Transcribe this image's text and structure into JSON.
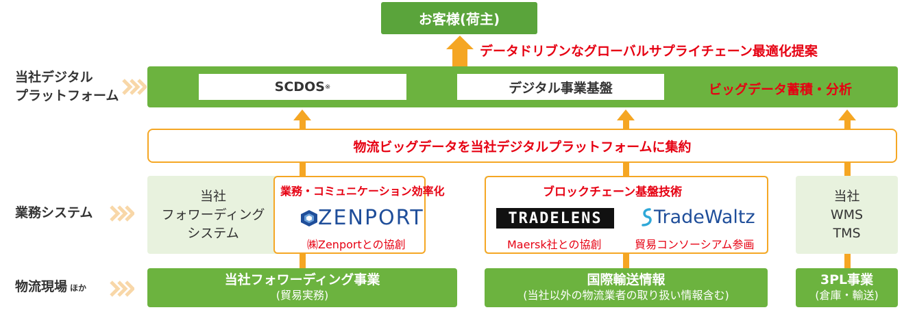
{
  "row_labels": {
    "platform_line1": "当社デジタル",
    "platform_line2": "プラットフォーム",
    "systems": "業務システム",
    "field": "物流現場",
    "field_small": "ほか"
  },
  "customer": "お客様(荷主)",
  "proposal": "データドリブンなグローバルサプライチェーン最適化提案",
  "platform": {
    "scdos": "SCDOS",
    "scdos_mark": "※",
    "digital_base": "デジタル事業基盤",
    "bigdata": "ビッグデータ蓄積・分析"
  },
  "collect": "物流ビッグデータを当社デジタルプラットフォームに集約",
  "systems": {
    "forwarding": [
      "当社",
      "フォワーディング",
      "システム"
    ],
    "efficiency_title": "業務・コミュニケーション効率化",
    "zenport_logo": "ZENPORT",
    "zenport_sub": "㈱Zenportとの協創",
    "blockchain_title": "ブロックチェーン基盤技術",
    "tradelens_logo": "TRADELENS",
    "tradelens_sub": "Maersk社との協創",
    "tradewaltz_logo": "TradeWaltz",
    "tradewaltz_sub": "貿易コンソーシアム参画",
    "wms": [
      "当社",
      "WMS",
      "TMS"
    ]
  },
  "field": {
    "forwarding_title": "当社フォワーディング事業",
    "forwarding_sub": "(貿易実務)",
    "intl_title": "国際輸送情報",
    "intl_sub": "(当社以外の物流業者の取り扱い情報含む)",
    "tpl_title": "3PL事業",
    "tpl_sub": "(倉庫・輸送)"
  },
  "colors": {
    "green": "#6cb33f",
    "pale_green": "#e8f2de",
    "orange": "#f5a623",
    "red": "#e60012"
  }
}
